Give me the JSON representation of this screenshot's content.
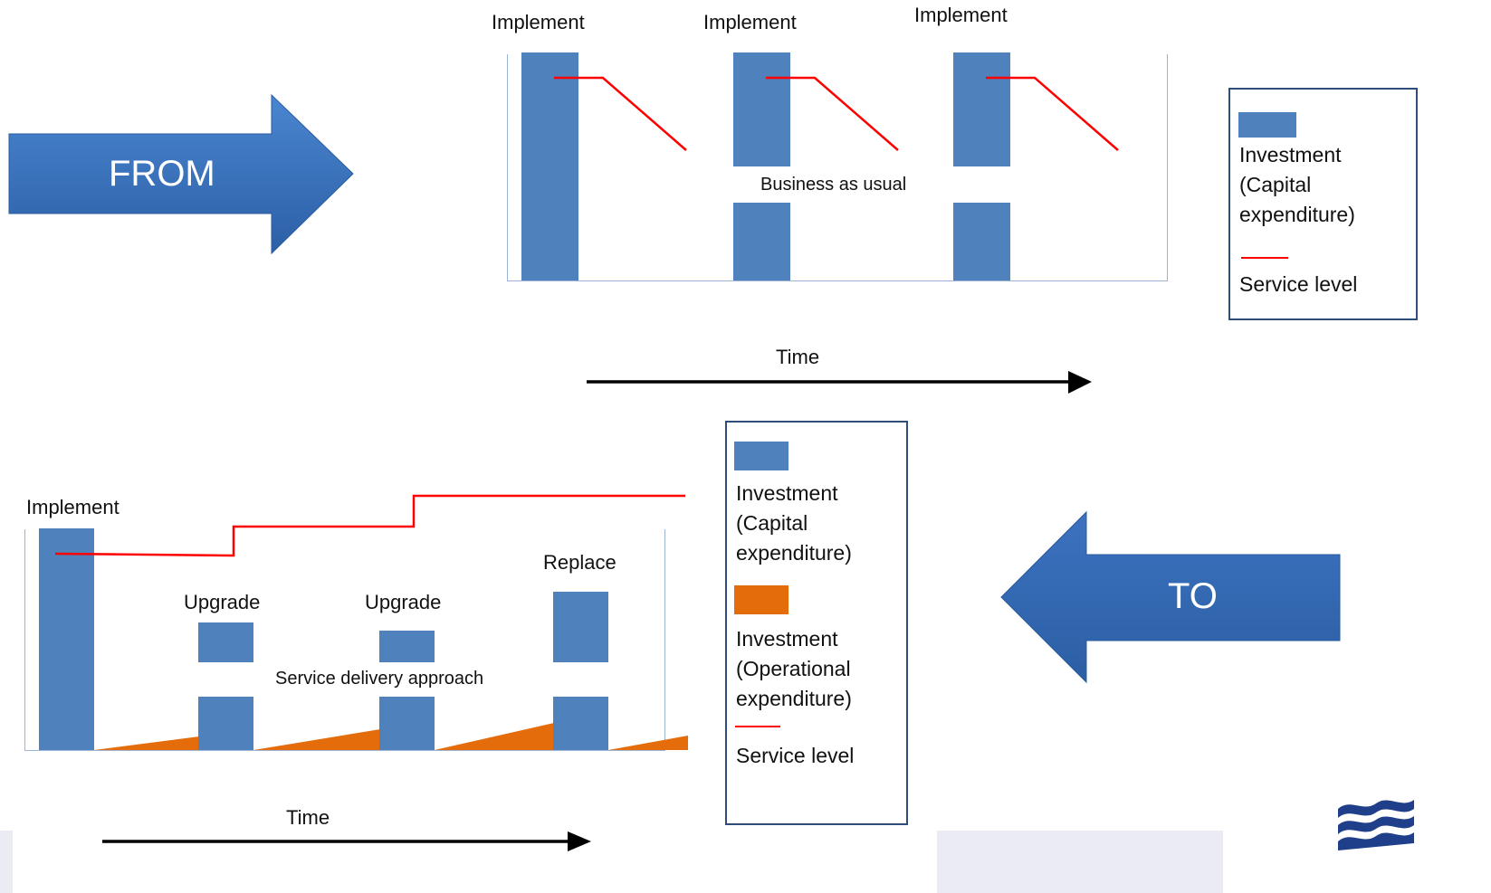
{
  "top_panel": {
    "labels": [
      "Implement",
      "Implement",
      "Implement"
    ],
    "middle_text": "Business as usual"
  },
  "top_axis": {
    "label": "Time"
  },
  "top_legend": {
    "investment_capital": "Investment\n(Capital\nexpenditure)",
    "service_level": "Service level"
  },
  "from_arrow": {
    "label": "FROM"
  },
  "bottom_panel": {
    "implement": "Implement",
    "upgrade_1": "Upgrade",
    "upgrade_2": "Upgrade",
    "replace": "Replace",
    "middle_text": "Service delivery approach"
  },
  "bottom_axis": {
    "label": "Time"
  },
  "bottom_legend": {
    "investment_capital": "Investment\n(Capital\nexpenditure)",
    "investment_operational": "Investment\n(Operational\nexpenditure)",
    "service_level": "Service level"
  },
  "to_arrow": {
    "label": "TO"
  },
  "colors": {
    "capital": "#4f81bd",
    "operational": "#e46c0a",
    "service_level": "#ff0000",
    "arrow": "#3a6fb7"
  }
}
